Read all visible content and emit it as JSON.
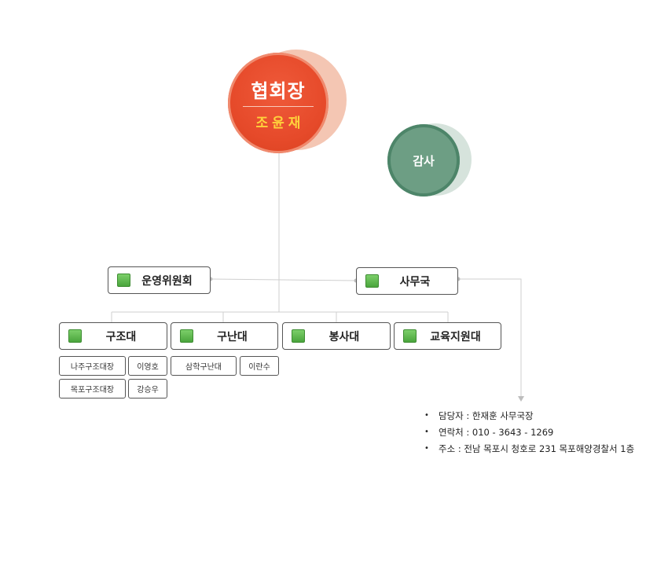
{
  "president": {
    "title": "협회장",
    "name": "조윤재"
  },
  "audit": {
    "label": "감사"
  },
  "committee": {
    "label": "운영위원회"
  },
  "secretariat": {
    "label": "사무국"
  },
  "units": [
    {
      "label": "구조대"
    },
    {
      "label": "구난대"
    },
    {
      "label": "봉사대"
    },
    {
      "label": "교육지원대"
    }
  ],
  "rescue_members": [
    {
      "role": "나주구조대장",
      "name": "이영호"
    },
    {
      "role": "목포구조대장",
      "name": "강승우"
    }
  ],
  "salvage_members": [
    {
      "role": "삼학구난대",
      "name": "이란수"
    }
  ],
  "contact": [
    {
      "bullet": "•",
      "text": "담당자 :  한재훈 사무국장"
    },
    {
      "bullet": "•",
      "text": "연락처 :  010 - 3643 - 1269"
    },
    {
      "bullet": "•",
      "text": "주소 : 전남 목포시 청호로 231 목포해양경찰서 1층"
    }
  ],
  "colors": {
    "president": "#e64a2a",
    "president_name": "#ffd23c",
    "audit": "#6d9e84",
    "unit_marker": "#5bb84a"
  }
}
